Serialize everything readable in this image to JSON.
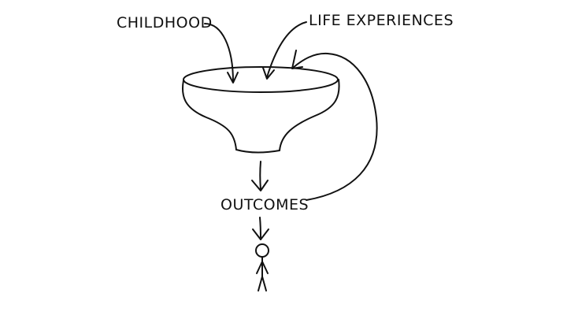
{
  "labels": {
    "childhood": "CHILDHOOD",
    "life_experiences": "LIFE EXPERIENCES",
    "outcomes": "OUTCOMES"
  },
  "colors": {
    "ink": "#111111",
    "background": "#ffffff"
  }
}
